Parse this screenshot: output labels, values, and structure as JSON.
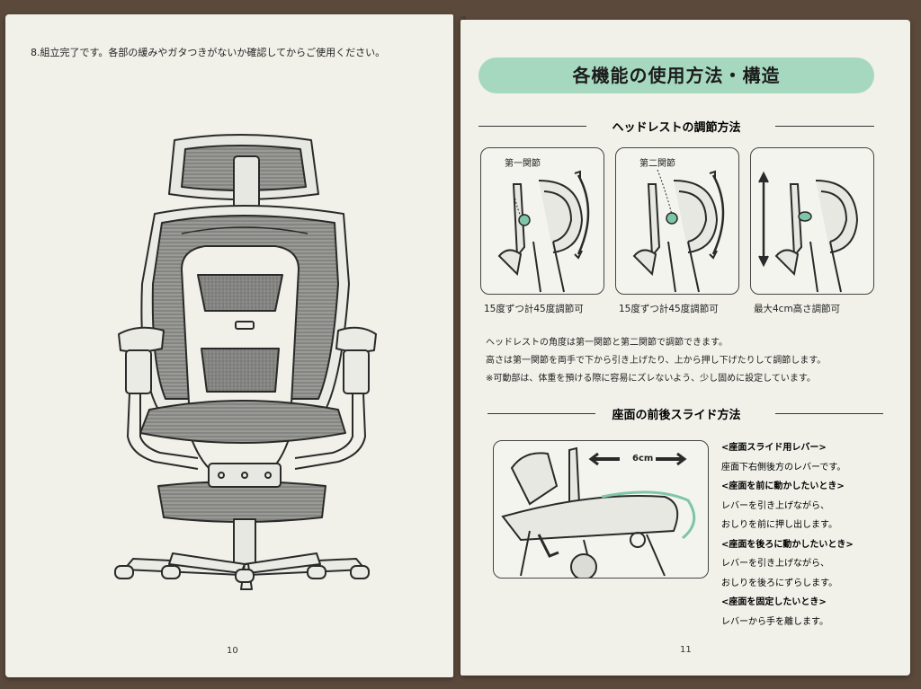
{
  "left_page": {
    "instruction": "8.組立完了です。各部の緩みやガタつきがないか確認してからご使用ください。",
    "page_number": "10"
  },
  "right_page": {
    "page_number": "11",
    "banner_title": "各機能の使用方法・構造",
    "headrest": {
      "heading": "ヘッドレストの調節方法",
      "panels": [
        {
          "label": "第一関節",
          "caption": "15度ずつ計45度調節可"
        },
        {
          "label": "第二関節",
          "caption": "15度ずつ計45度調節可"
        },
        {
          "label": "",
          "caption": "最大4cm高さ調節可"
        }
      ],
      "description": [
        "ヘッドレストの角度は第一関節と第二関節で調節できます。",
        "高さは第一関節を両手で下から引き上げたり、上から押し下げたりして調節します。",
        "※可動部は、体重を預ける際に容易にズレないよう、少し固めに設定しています。"
      ]
    },
    "seat_slide": {
      "heading": "座面の前後スライド方法",
      "distance": "6cm",
      "items": [
        {
          "title": "<座面スライド用レバー>",
          "lines": [
            "座面下右側後方のレバーです。"
          ]
        },
        {
          "title": "<座面を前に動かしたいとき>",
          "lines": [
            "レバーを引き上げながら、",
            "おしりを前に押し出します。"
          ]
        },
        {
          "title": "<座面を後ろに動かしたいとき>",
          "lines": [
            "レバーを引き上げながら、",
            "おしりを後ろにずらします。"
          ]
        },
        {
          "title": "<座面を固定したいとき>",
          "lines": [
            "レバーから手を離します。"
          ]
        }
      ]
    }
  },
  "colors": {
    "accent_green": "#a6d8c0",
    "paper": "#f1f1ea",
    "background": "#5b4a3c"
  }
}
